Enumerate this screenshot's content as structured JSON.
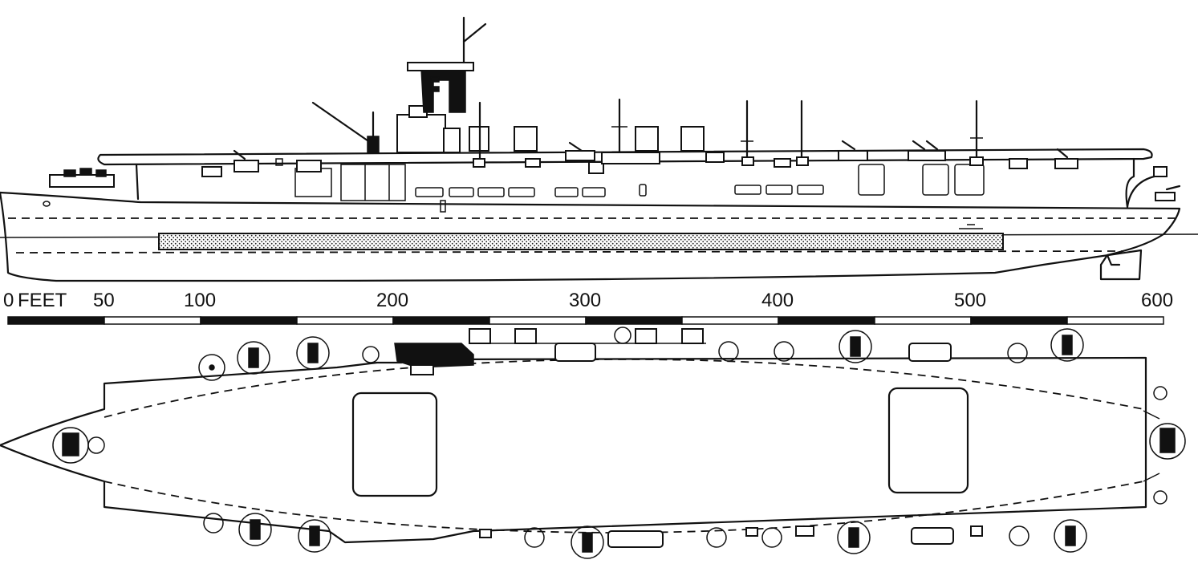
{
  "scale": {
    "unit_label": "FEET",
    "ticks": [
      {
        "value": 0,
        "label": "0"
      },
      {
        "value": 50,
        "label": "50"
      },
      {
        "value": 100,
        "label": "100"
      },
      {
        "value": 200,
        "label": "200"
      },
      {
        "value": 300,
        "label": "300"
      },
      {
        "value": 400,
        "label": "400"
      },
      {
        "value": 500,
        "label": "500"
      },
      {
        "value": 600,
        "label": "600"
      }
    ],
    "max": 600,
    "segment_value": 50,
    "colors": {
      "ink": "#111111",
      "paper": "#ffffff"
    }
  }
}
